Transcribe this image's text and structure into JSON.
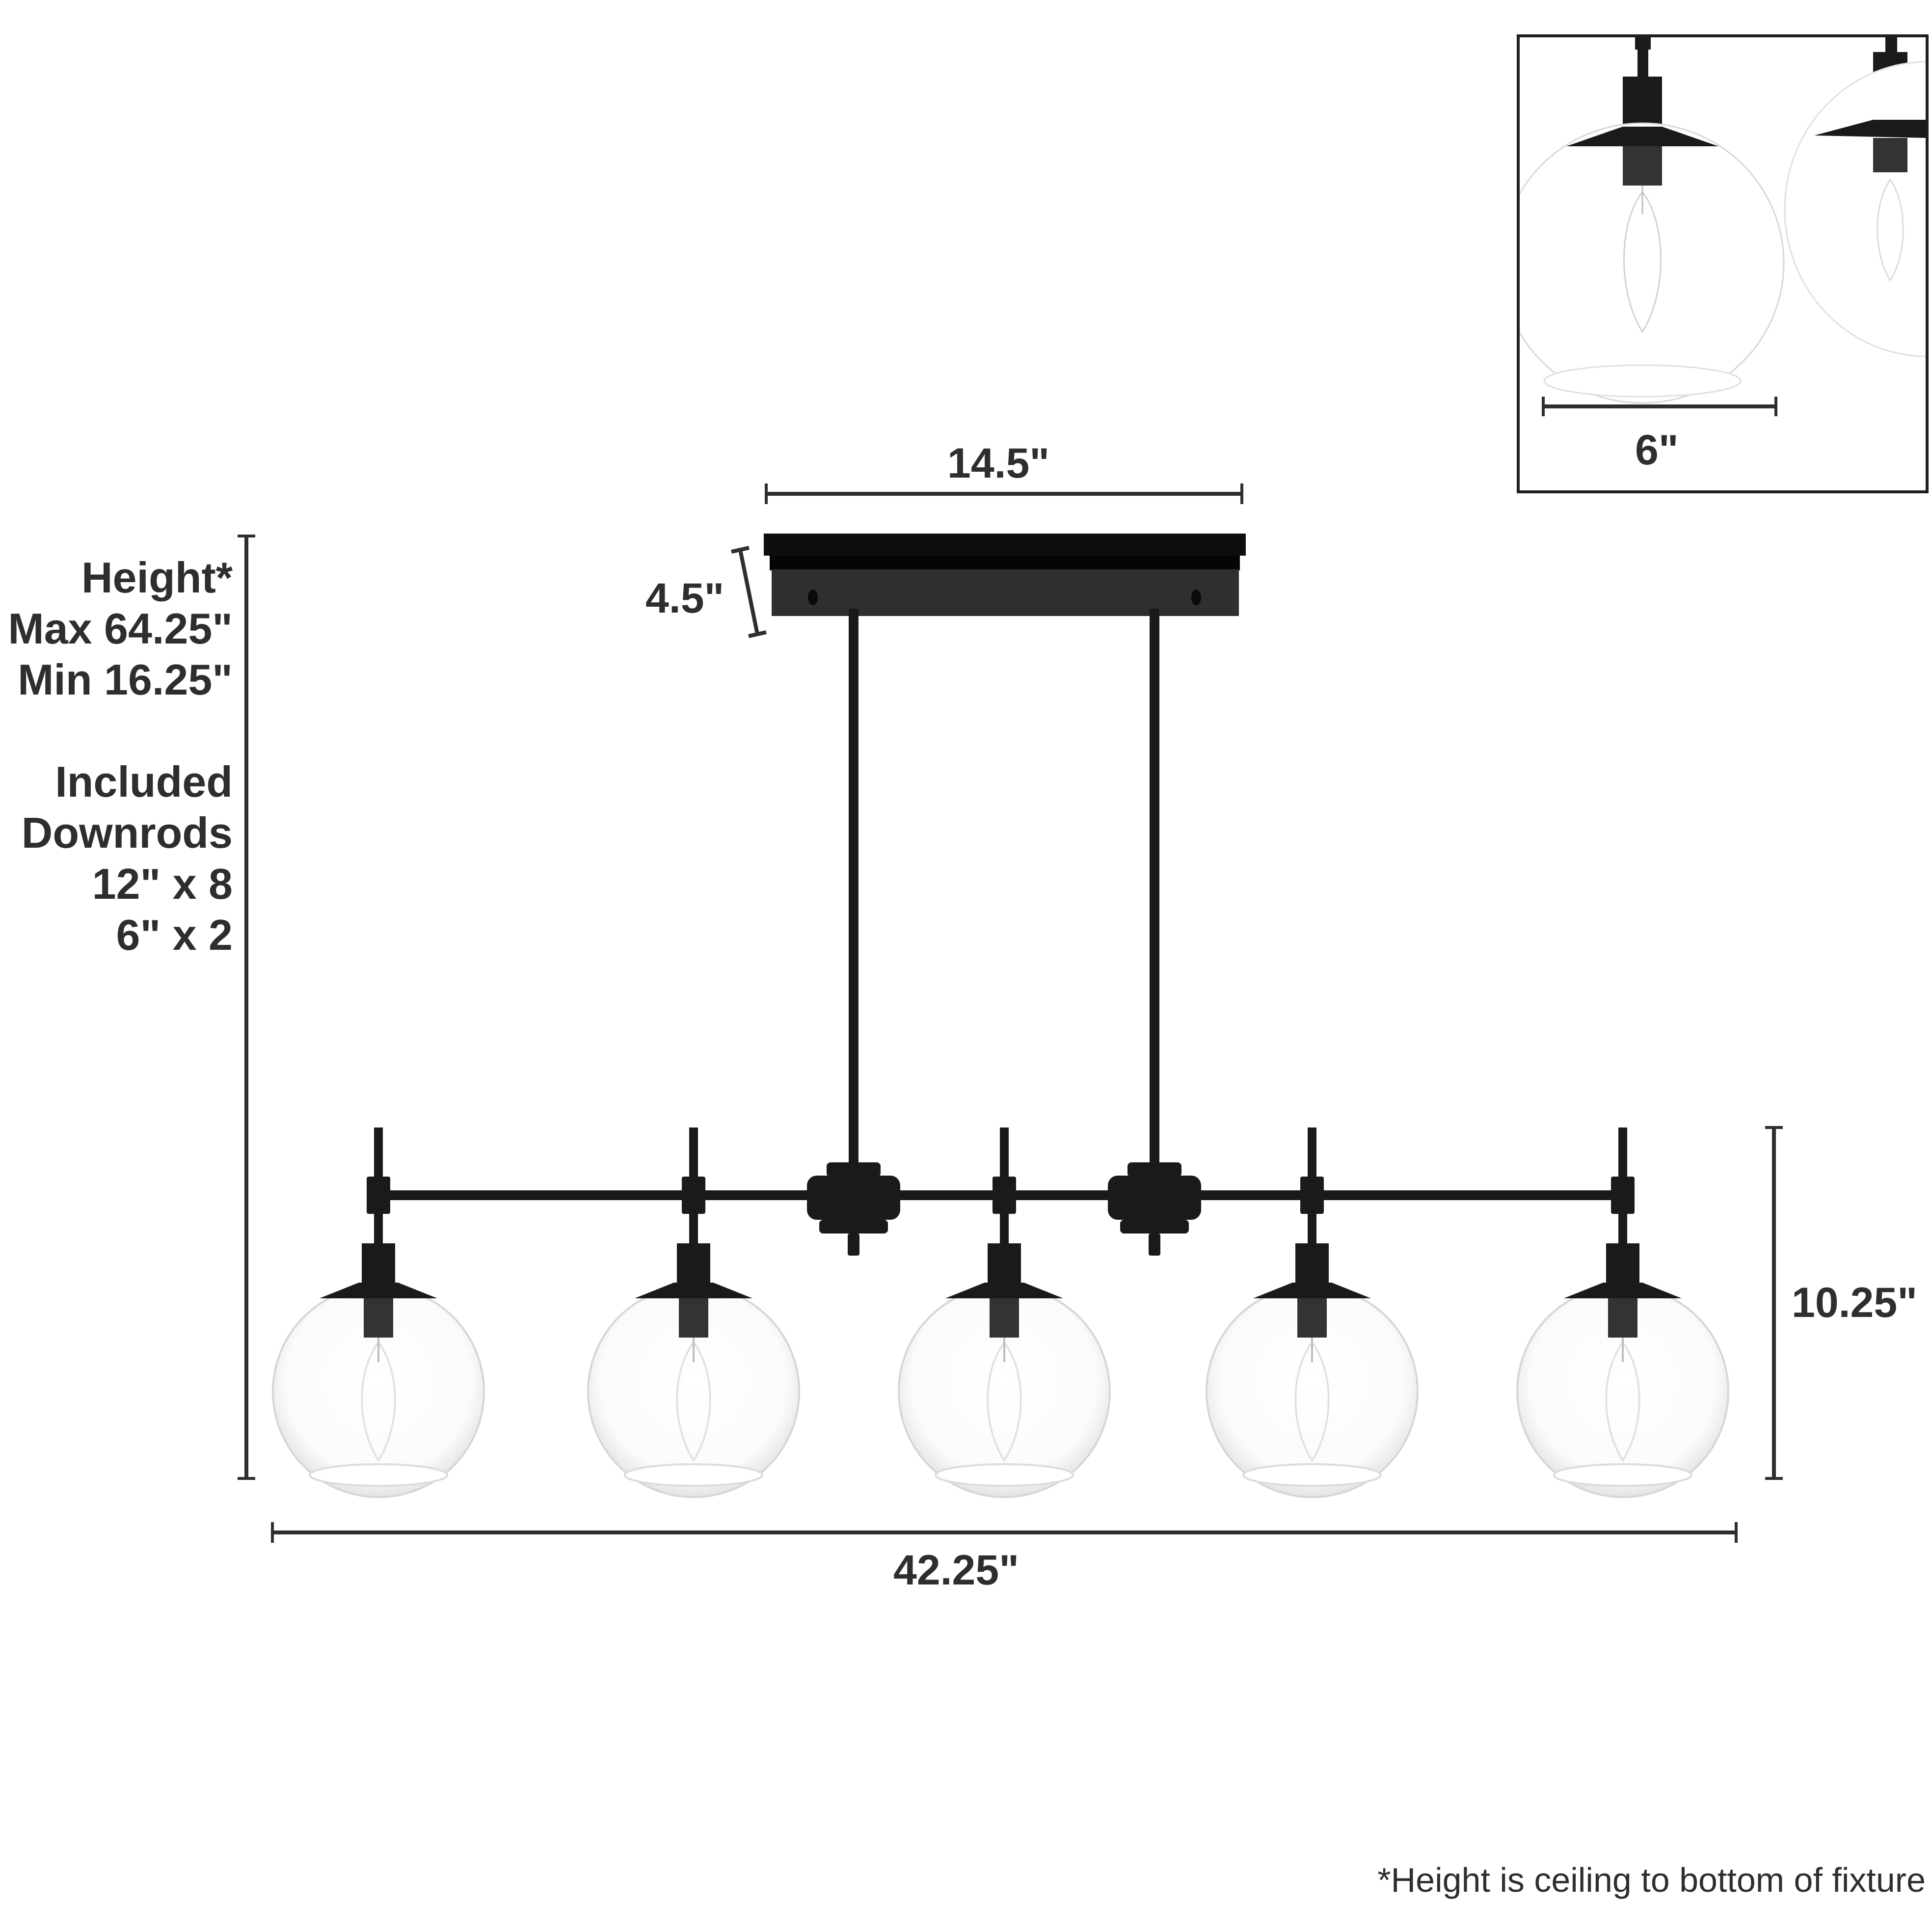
{
  "dimensions": {
    "canopy_width": "14.5\"",
    "canopy_depth": "4.5\"",
    "fixture_height": "10.25\"",
    "fixture_width": "42.25\"",
    "shade_diameter": "6\""
  },
  "height_info": {
    "title": "Height*",
    "max": "Max 64.25\"",
    "min": "Min 16.25\"",
    "downrods_title_1": "Included",
    "downrods_title_2": "Downrods",
    "downrod_a": "12\" x 8",
    "downrod_b": "6\" x 2"
  },
  "footnote": "*Height is ceiling to bottom of fixture",
  "product": {
    "type": "5-light linear chandelier",
    "finish": "matte black",
    "shade": "clear glass globe",
    "light_count": 5
  },
  "colors": {
    "metal": "#1a1a1a",
    "dimension_lines": "#2e2e2e",
    "glass_edge": "#d6d6d6"
  }
}
